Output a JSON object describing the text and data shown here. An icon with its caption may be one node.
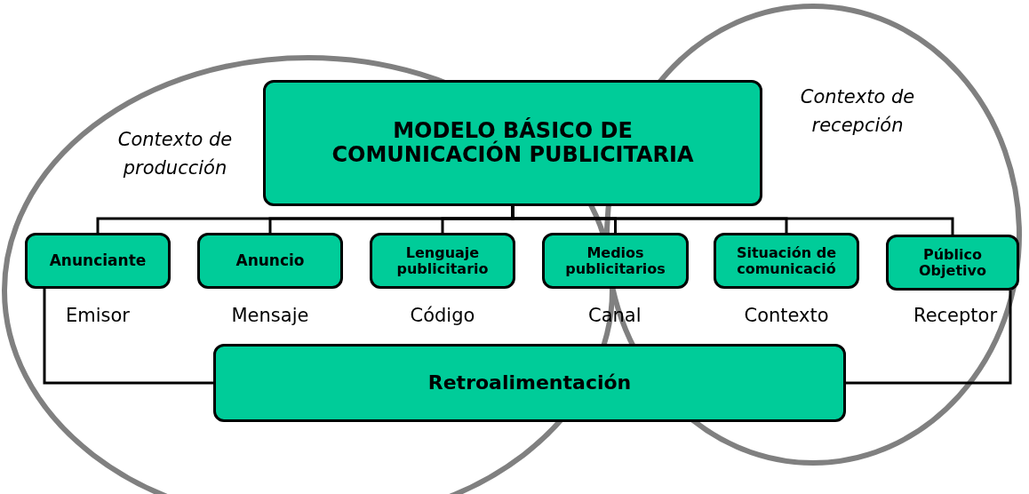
{
  "diagram": {
    "nodes": [
      {
        "text": [
          "Contexto de producción"
        ]
      },
      {
        "text": [
          "Contexto de recepción"
        ]
      },
      {
        "text": [
          "MODELO BÁSICO DE COMUNICACIÓN PUBLICITARIA"
        ]
      },
      {
        "text": [
          "Anunciante"
        ],
        "in": 0
      },
      {
        "text": [
          "Anuncio"
        ],
        "in": 0
      },
      {
        "text": [
          "Lenguaje publicitario"
        ],
        "in": 0
      },
      {
        "text": [
          "Medios publicitarios"
        ]
      },
      {
        "text": [
          "Situación de comunicació"
        ],
        "in": 1
      },
      {
        "text": [
          "Público Objetivo"
        ],
        "in": 1
      },
      {
        "text": [
          "Retroalimentación"
        ]
      }
    ],
    "edges": [
      {
        "from": 2,
        "to": 3,
        "arrow": "none"
      },
      {
        "from": 2,
        "to": 4,
        "arrow": "none"
      },
      {
        "from": 2,
        "to": 5,
        "arrow": "none"
      },
      {
        "from": 2,
        "to": 6,
        "arrow": "none"
      },
      {
        "from": 2,
        "to": 7,
        "arrow": "none"
      },
      {
        "from": 2,
        "to": 8,
        "arrow": "none"
      },
      {
        "from": 3,
        "to": 9,
        "arrow": "none"
      },
      {
        "from": 8,
        "to": 9,
        "arrow": "none"
      }
    ],
    "labels": [
      "Emisor",
      "Mensaje",
      "Código",
      "Canal",
      "Contexto",
      "Receptor"
    ]
  }
}
